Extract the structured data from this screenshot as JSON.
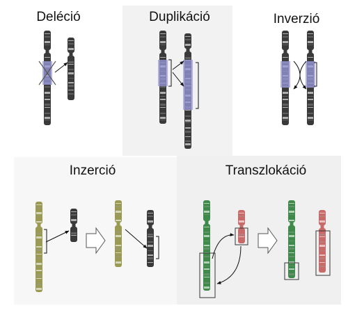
{
  "panels": {
    "deletion": {
      "title": "Deléció"
    },
    "duplication": {
      "title": "Duplikáció"
    },
    "inversion": {
      "title": "Inverzió"
    },
    "insertion": {
      "title": "Inzerció"
    },
    "translocation": {
      "title": "Transzlokáció"
    }
  },
  "colors": {
    "chromosome_gray": "#3a3a3a",
    "highlight_blue": "#9a9adc",
    "insertion_olive": "#9a9a52",
    "translocation_green": "#3f8a4a",
    "translocation_red": "#c86a6a",
    "panel_bg": "#f2f2f2"
  }
}
